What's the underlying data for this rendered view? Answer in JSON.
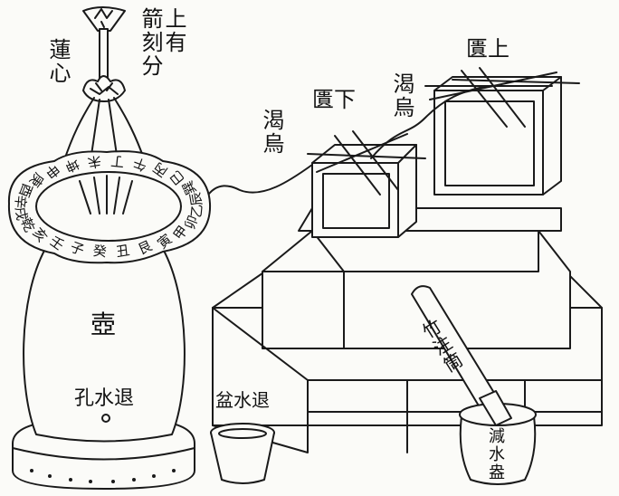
{
  "labels": {
    "lotus_heart": "蓮心",
    "arrow_note_col1": "箭刻分",
    "arrow_note_col2": "上有",
    "pot": "壺",
    "drain_hole": "孔水退",
    "drain_basin": "盆水退",
    "upper_tank": "匱上",
    "lower_tank": "匱下",
    "siphon_upper": "渴烏",
    "siphon_lower": "渴烏",
    "bamboo_tube": "竹注筒",
    "overflow_jar": "減水盎"
  },
  "ring_directions": [
    "子",
    "癸",
    "丑",
    "艮",
    "寅",
    "甲",
    "卯",
    "乙",
    "辰",
    "巽",
    "巳",
    "丙",
    "午",
    "丁",
    "未",
    "坤",
    "申",
    "庚",
    "酉",
    "辛",
    "戌",
    "乾",
    "亥",
    "壬"
  ]
}
